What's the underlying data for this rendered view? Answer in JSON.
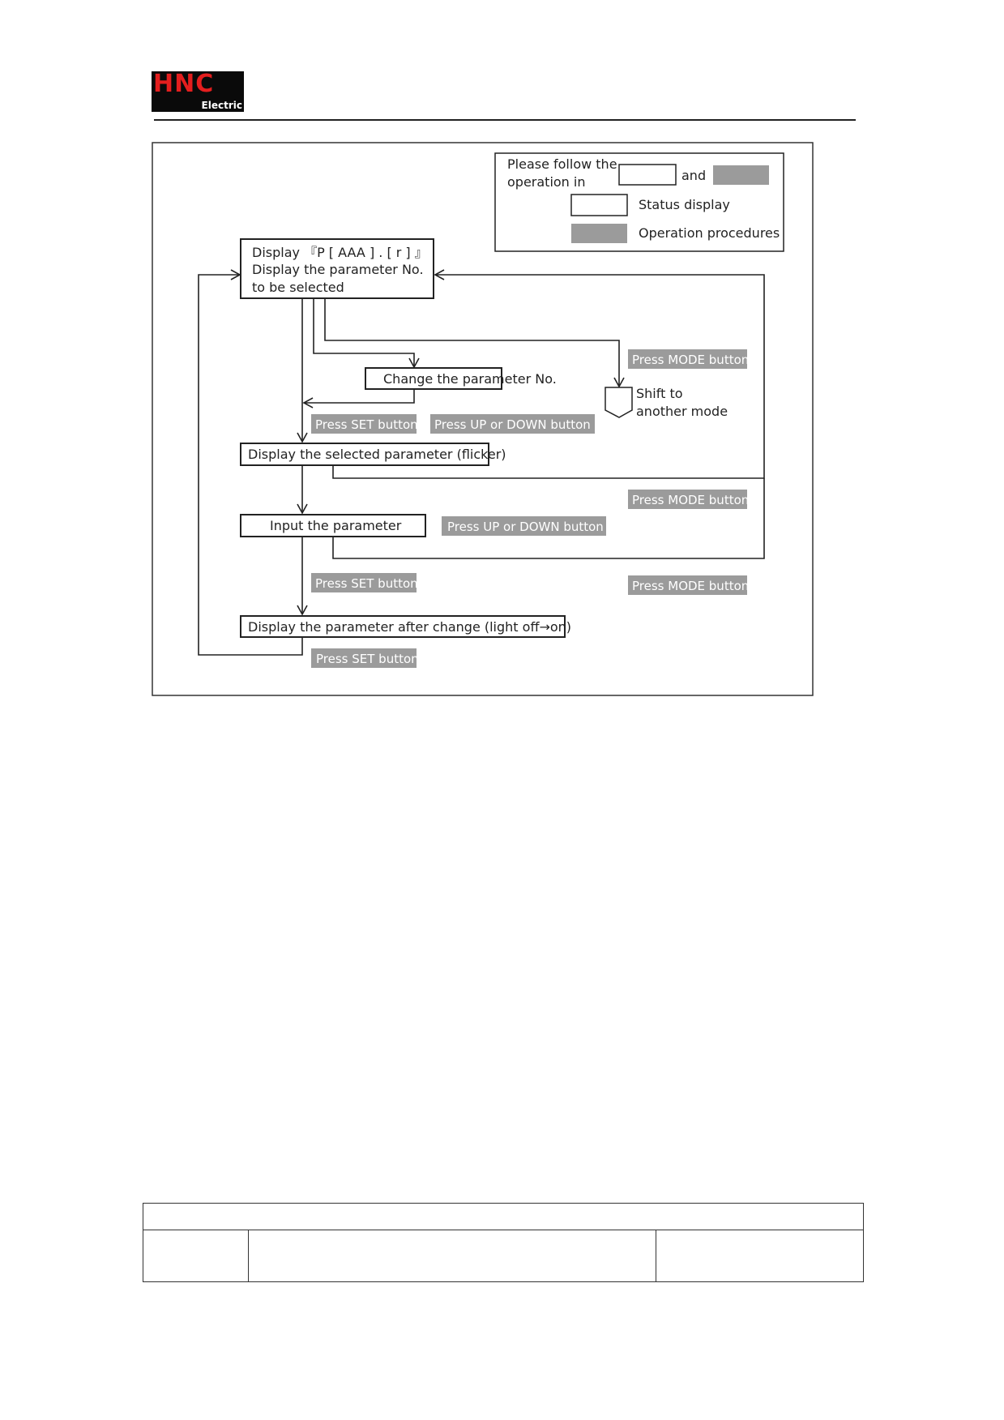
{
  "header": {
    "logo_main": "HNC",
    "logo_sub": "Electric"
  },
  "legend": {
    "line1": "Please follow the",
    "line2": "operation in",
    "and": "and",
    "status_label": "Status display",
    "operation_label": "Operation procedures"
  },
  "flow": {
    "display_p_line1": "Display 『P [ AAA ] . [ r ] 』",
    "display_p_line2": "Display the parameter No.",
    "display_p_line3": "to be selected",
    "change_param": "Change the parameter No.",
    "shift_line1": "Shift to",
    "shift_line2": "another mode",
    "display_selected": "Display the selected parameter (flicker)",
    "input_param": "Input the parameter",
    "display_after": "Display the parameter after change (light off→on)"
  },
  "operations": {
    "press_mode_1": "Press MODE button",
    "press_set_1": "Press SET button",
    "press_up_down_1": "Press UP or DOWN button",
    "press_mode_2": "Press MODE button",
    "press_up_down_2": "Press UP or DOWN button",
    "press_set_2": "Press SET button",
    "press_mode_3": "Press MODE button",
    "press_set_3": "Press SET button"
  },
  "colors": {
    "operation_fill": "#9b9b9b",
    "line": "#222222"
  }
}
